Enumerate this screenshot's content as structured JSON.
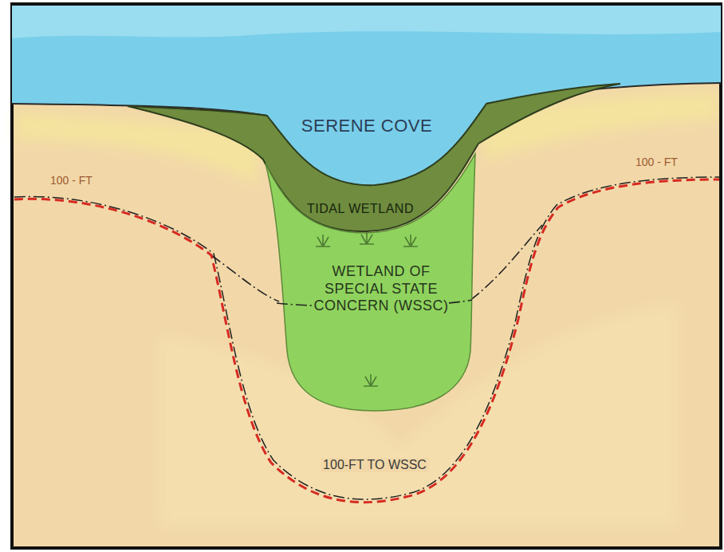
{
  "diagram": {
    "nodes": [
      {
        "text": [
          "SERENE COVE"
        ]
      },
      {
        "text": [
          "TIDAL WETLAND"
        ]
      },
      {
        "text": [
          "WETLAND OF SPECIAL STATE CONCERN (WSSC)"
        ]
      }
    ],
    "labels": [
      "100 - FT",
      "100 - FT",
      "100-FT TO WSSC"
    ]
  }
}
